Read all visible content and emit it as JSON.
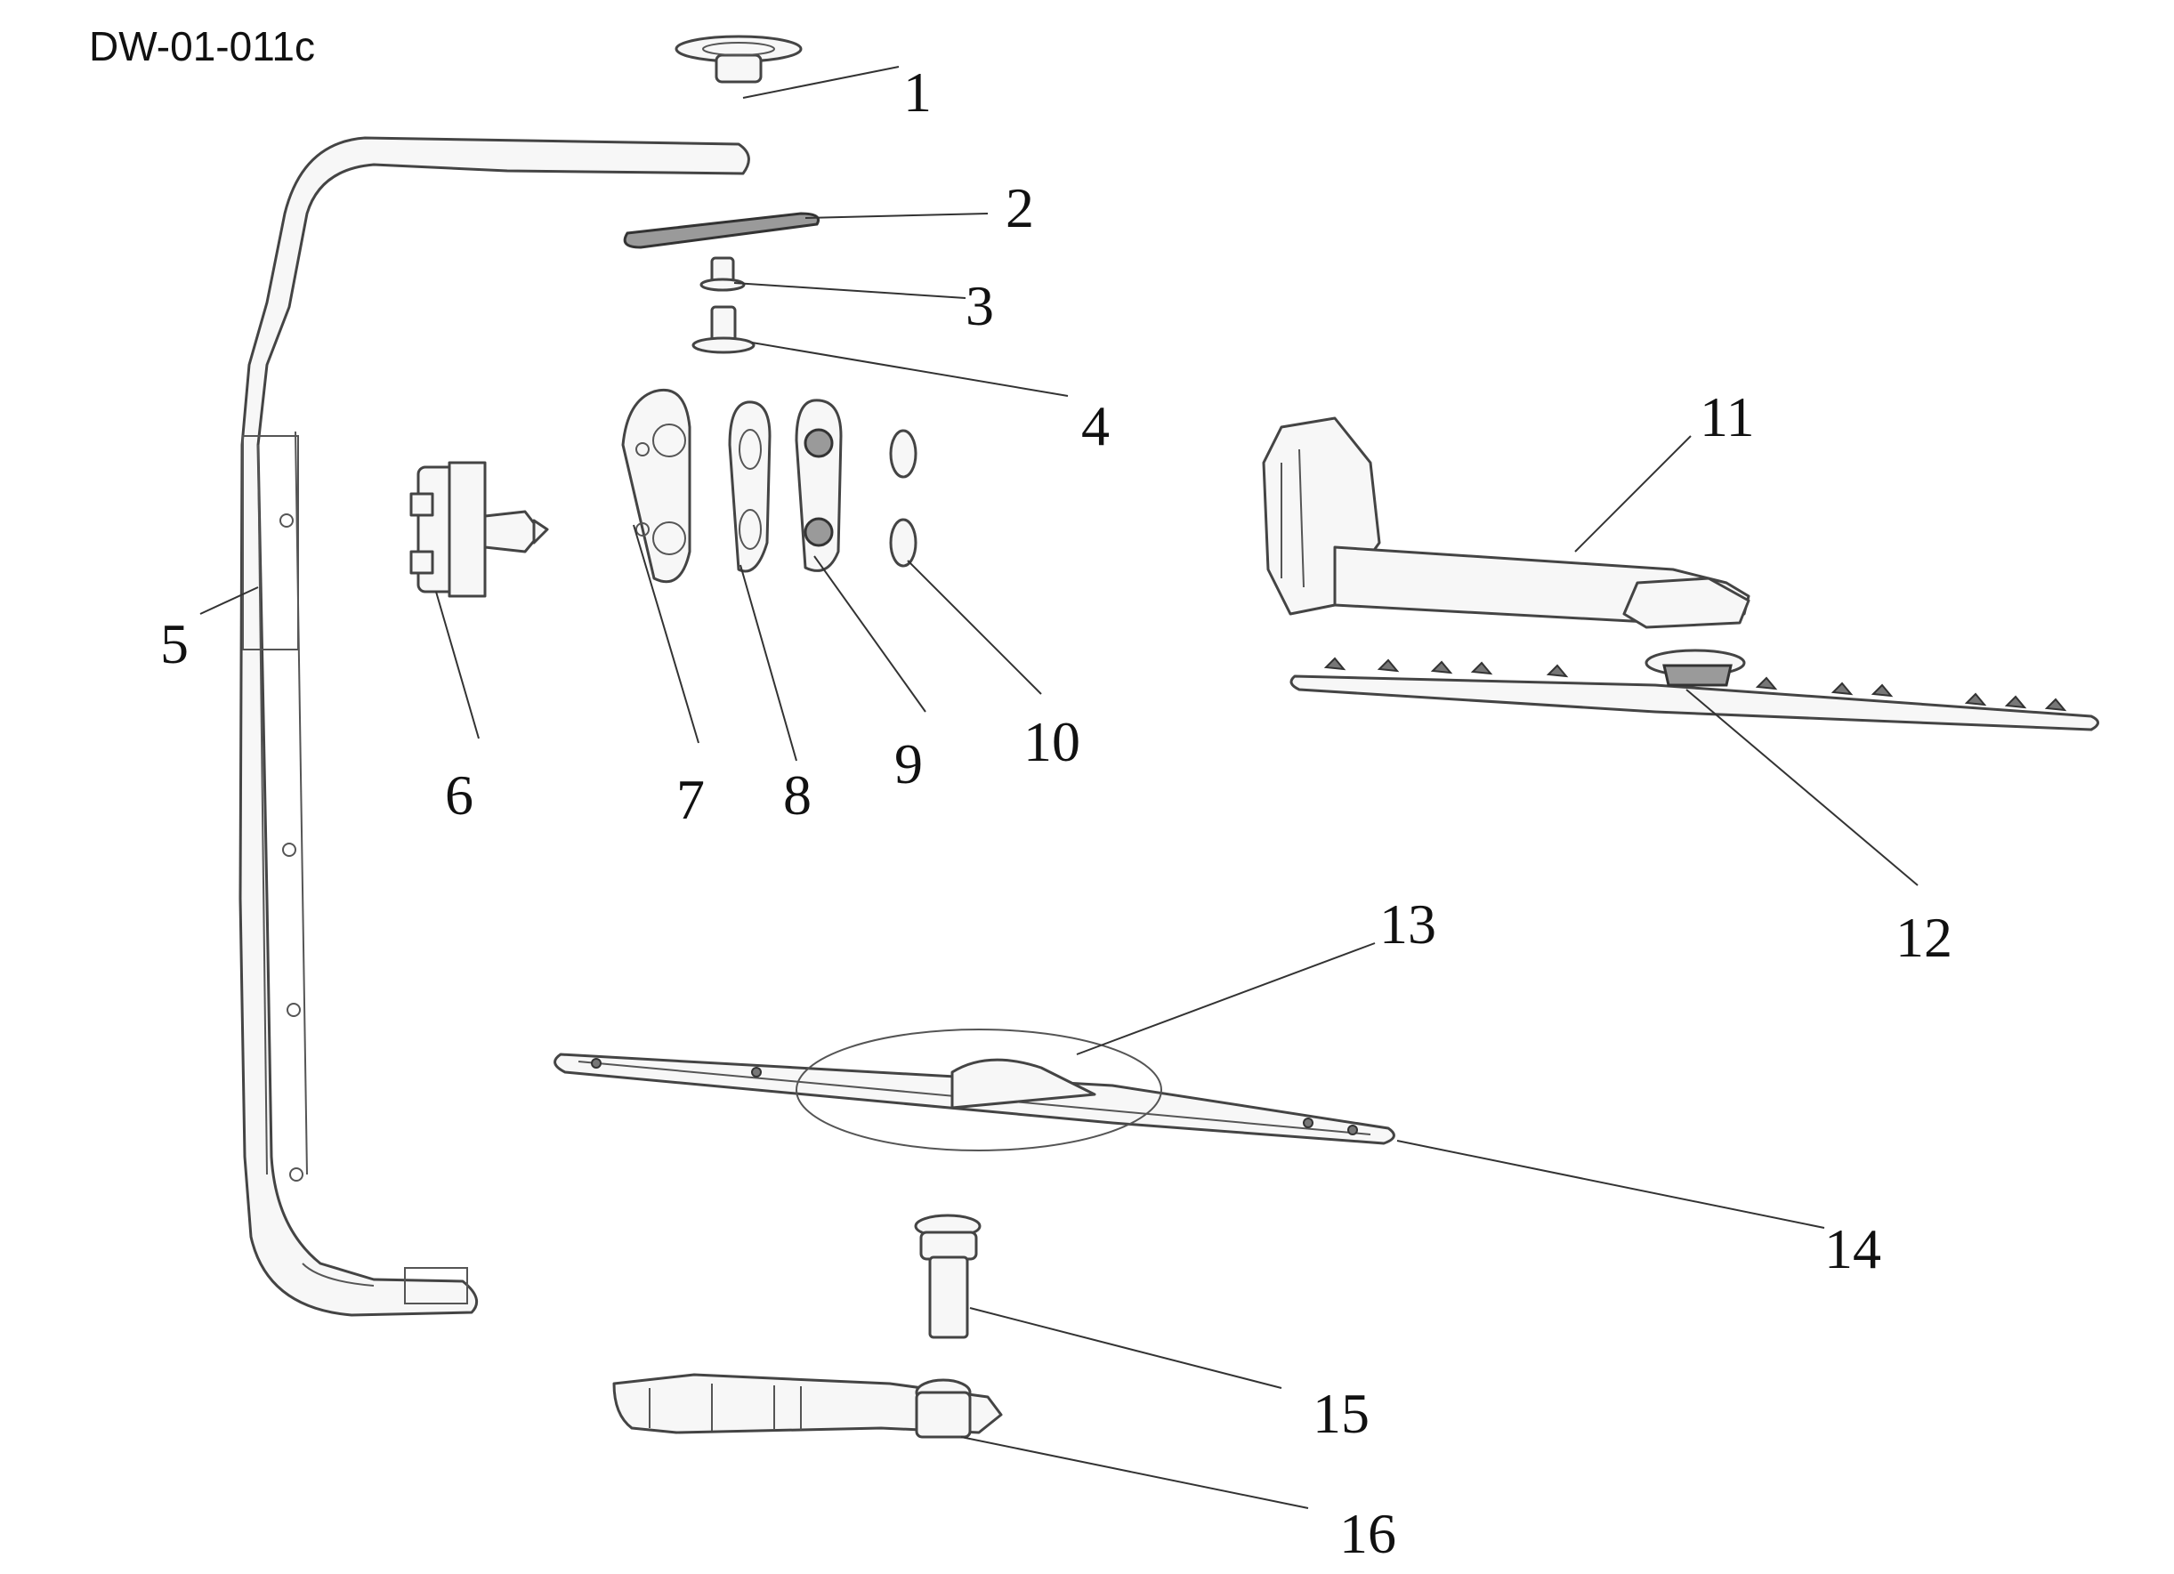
{
  "drawing": {
    "code": "DW-01-011c"
  },
  "callouts": [
    "1",
    "2",
    "3",
    "4",
    "5",
    "6",
    "7",
    "8",
    "9",
    "10",
    "11",
    "12",
    "13",
    "14",
    "15",
    "16"
  ]
}
